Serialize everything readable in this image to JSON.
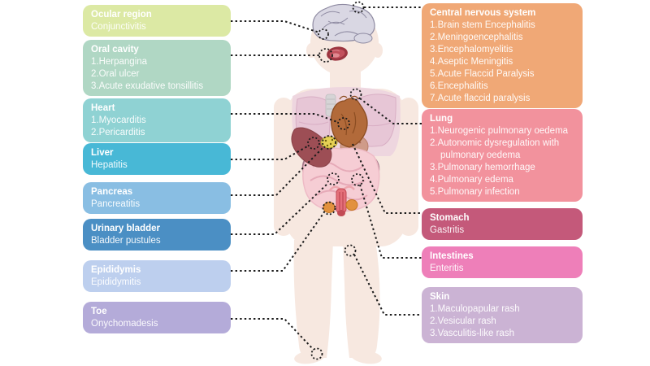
{
  "figure": {
    "title_text_color": "#ffffff",
    "left_boxes": [
      {
        "id": "ocular-region",
        "title": "Ocular region",
        "color": "#dce9a4",
        "items": [
          "Conjunctivitis"
        ]
      },
      {
        "id": "oral-cavity",
        "title": "Oral cavity",
        "color": "#b0d7c4",
        "items": [
          "1.Herpangina",
          "2.Oral ulcer",
          "3.Acute exudative tonsillitis"
        ]
      },
      {
        "id": "heart",
        "title": "Heart",
        "color": "#8fd2d3",
        "items": [
          "1.Myocarditis",
          "2.Pericarditis"
        ]
      },
      {
        "id": "liver",
        "title": "Liver",
        "color": "#48b8d6",
        "items": [
          "Hepatitis"
        ]
      },
      {
        "id": "pancreas",
        "title": "Pancreas",
        "color": "#89bee3",
        "items": [
          "Pancreatitis"
        ]
      },
      {
        "id": "urinary-bladder",
        "title": "Urinary bladder",
        "color": "#4b8fc4",
        "items": [
          "Bladder pustules"
        ]
      },
      {
        "id": "epididymis",
        "title": "Epididymis",
        "color": "#bdcfee",
        "items": [
          "Epididymitis"
        ]
      },
      {
        "id": "toe",
        "title": "Toe",
        "color": "#b4abd9",
        "items": [
          "Onychomadesis"
        ]
      }
    ],
    "right_boxes": [
      {
        "id": "central-nervous-system",
        "title": "Central nervous system",
        "color": "#f0a876",
        "items": [
          "1.Brain stem Encephalitis",
          "2.Meningoencephalitis",
          "3.Encephalomyelitis",
          "4.Aseptic Meningitis",
          "5.Acute Flaccid Paralysis",
          "6.Encephalitis",
          "7.Acute flaccid paralysis"
        ]
      },
      {
        "id": "lung",
        "title": "Lung",
        "color": "#f2929d",
        "items": [
          "1.Neurogenic pulmonary oedema",
          "2.Autonomic dysregulation with pulmonary oedema",
          "3.Pulmonary hemorrhage",
          "4.Pulmonary edema",
          "5.Pulmonary infection"
        ]
      },
      {
        "id": "stomach",
        "title": "Stomach",
        "color": "#c4597a",
        "items": [
          "Gastritis"
        ]
      },
      {
        "id": "intestines",
        "title": "Intestines",
        "color": "#ee7fb9",
        "items": [
          "Enteritis"
        ]
      },
      {
        "id": "skin",
        "title": "Skin",
        "color": "#cbb3d4",
        "items": [
          "1.Maculopapular rash",
          "2.Vesicular rash",
          "3.Vasculitis-like rash"
        ]
      }
    ]
  }
}
